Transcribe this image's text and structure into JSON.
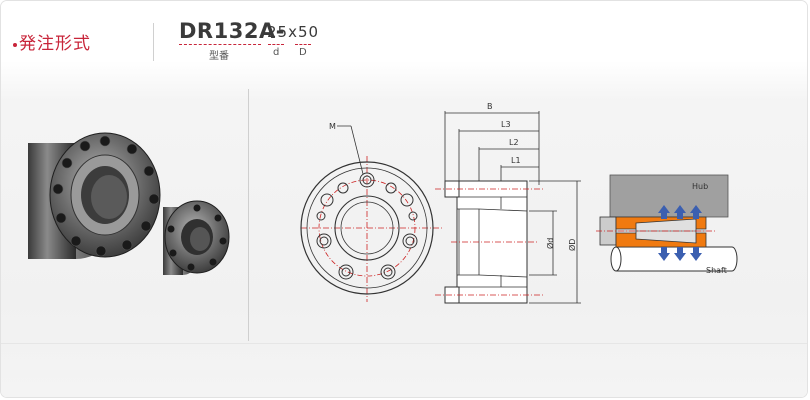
{
  "header": {
    "title": "発注形式",
    "model_code": "DR132A-",
    "model_size": "25x50",
    "labels": {
      "model": "型番",
      "d": "d",
      "D": "D"
    }
  },
  "drawing": {
    "front_view": {
      "M": "M"
    },
    "side_view": {
      "B": "B",
      "L3": "L3",
      "L2": "L2",
      "L1": "L1",
      "phi_d": "Ød",
      "phi_D": "ØD"
    },
    "section": {
      "hub": "Hub",
      "shaft": "Shaft"
    }
  },
  "colors": {
    "accent": "#c8253a",
    "orange": "#f07a10",
    "blue": "#3b5fb0",
    "line": "#333333",
    "center": "#cc2222"
  }
}
